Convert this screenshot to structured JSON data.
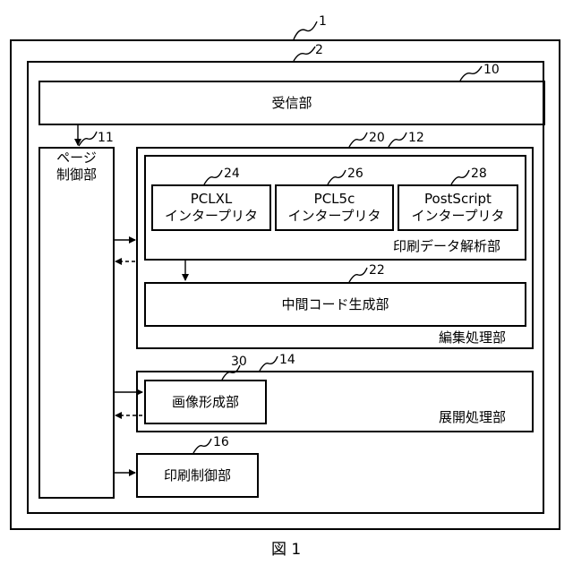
{
  "refs": {
    "system": "1",
    "device": "2",
    "receiver": "10",
    "page_control": "11",
    "editing": "12",
    "expansion": "14",
    "print_control": "16",
    "analysis": "20",
    "intermediate": "22",
    "pclxl": "24",
    "pcl5c": "26",
    "postscript": "28",
    "image_forming": "30"
  },
  "labels": {
    "receiver": "受信部",
    "page_control_line1": "ページ",
    "page_control_line2": "制御部",
    "pclxl_line1": "PCLXL",
    "pclxl_line2": "インタープリタ",
    "pcl5c_line1": "PCL5c",
    "pcl5c_line2": "インタープリタ",
    "postscript_line1": "PostScript",
    "postscript_line2": "インタープリタ",
    "analysis": "印刷データ解析部",
    "intermediate": "中間コード生成部",
    "editing": "編集処理部",
    "image_forming": "画像形成部",
    "expansion": "展開処理部",
    "print_control": "印刷制御部"
  },
  "caption": "図 1"
}
